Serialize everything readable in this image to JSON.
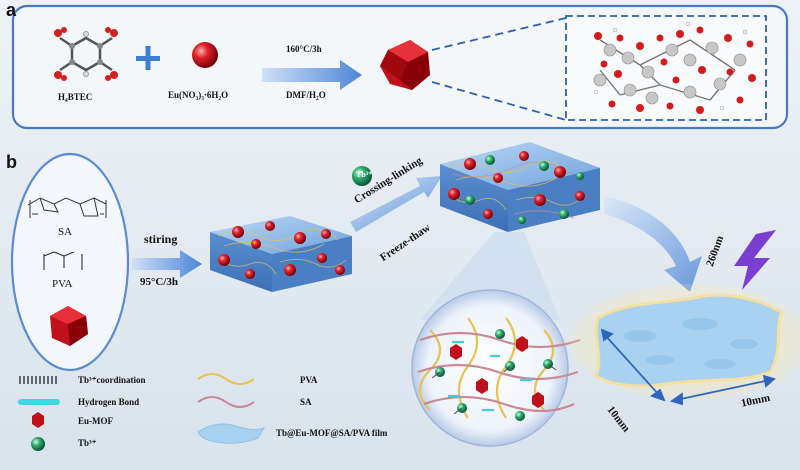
{
  "panel_a": {
    "letter": "a",
    "ligand_label": "H₄BTEC",
    "plus": "+",
    "metal_label": "Eu(NO₃)₃·6H₂O",
    "condition_top": "160°C/3h",
    "condition_bottom": "DMF/H₂O"
  },
  "panel_b": {
    "letter": "b",
    "sa_label": "SA",
    "pva_label": "PVA",
    "stirring_label": "stiring",
    "stirring_condition": "95°C/3h",
    "tb_badge": "Tb³⁺",
    "crosslink_label": "Crossing-linking",
    "freeze_label": "Freeze-thaw",
    "wavelength_label": "260nm",
    "dim_left": "10mm",
    "dim_right": "10mm"
  },
  "legend": {
    "items": [
      {
        "label": "Tb³⁺coordination"
      },
      {
        "label": "Hydrogen Bond"
      },
      {
        "label": "Eu-MOF"
      },
      {
        "label": "Tb³⁺"
      },
      {
        "label": "PVA"
      },
      {
        "label": "SA"
      },
      {
        "label": "Tb@Eu-MOF@SA/PVA film"
      }
    ]
  },
  "colors": {
    "mof_red": "#c0101a",
    "tb_green": "#2e9c6a",
    "gel_blue": "#7fb0e0",
    "arrow_blue": "#5a8fd8",
    "pva_yellow": "#e8c252",
    "sa_pink": "#c98a96",
    "bolt_purple": "#7a3fd0",
    "panel_border": "#4a78c8"
  }
}
